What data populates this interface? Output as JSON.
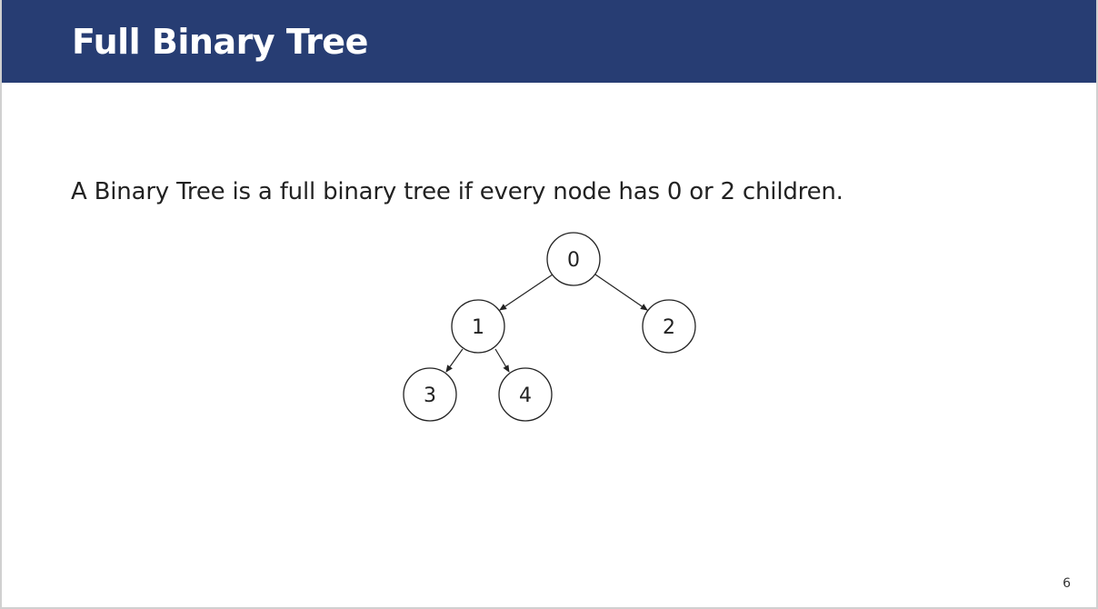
{
  "slide": {
    "title": "Full Binary Tree",
    "statement": "A Binary Tree is a full binary tree if every node has 0 or 2 children.",
    "page_number": "6"
  },
  "colors": {
    "header_bg": "#273d73",
    "title_text": "#ffffff",
    "body_text": "#222222"
  },
  "tree": {
    "nodes": [
      {
        "id": "n0",
        "label": "0"
      },
      {
        "id": "n1",
        "label": "1"
      },
      {
        "id": "n2",
        "label": "2"
      },
      {
        "id": "n3",
        "label": "3"
      },
      {
        "id": "n4",
        "label": "4"
      }
    ],
    "edges": [
      {
        "from": "0",
        "to": "1"
      },
      {
        "from": "0",
        "to": "2"
      },
      {
        "from": "1",
        "to": "3"
      },
      {
        "from": "1",
        "to": "4"
      }
    ]
  }
}
